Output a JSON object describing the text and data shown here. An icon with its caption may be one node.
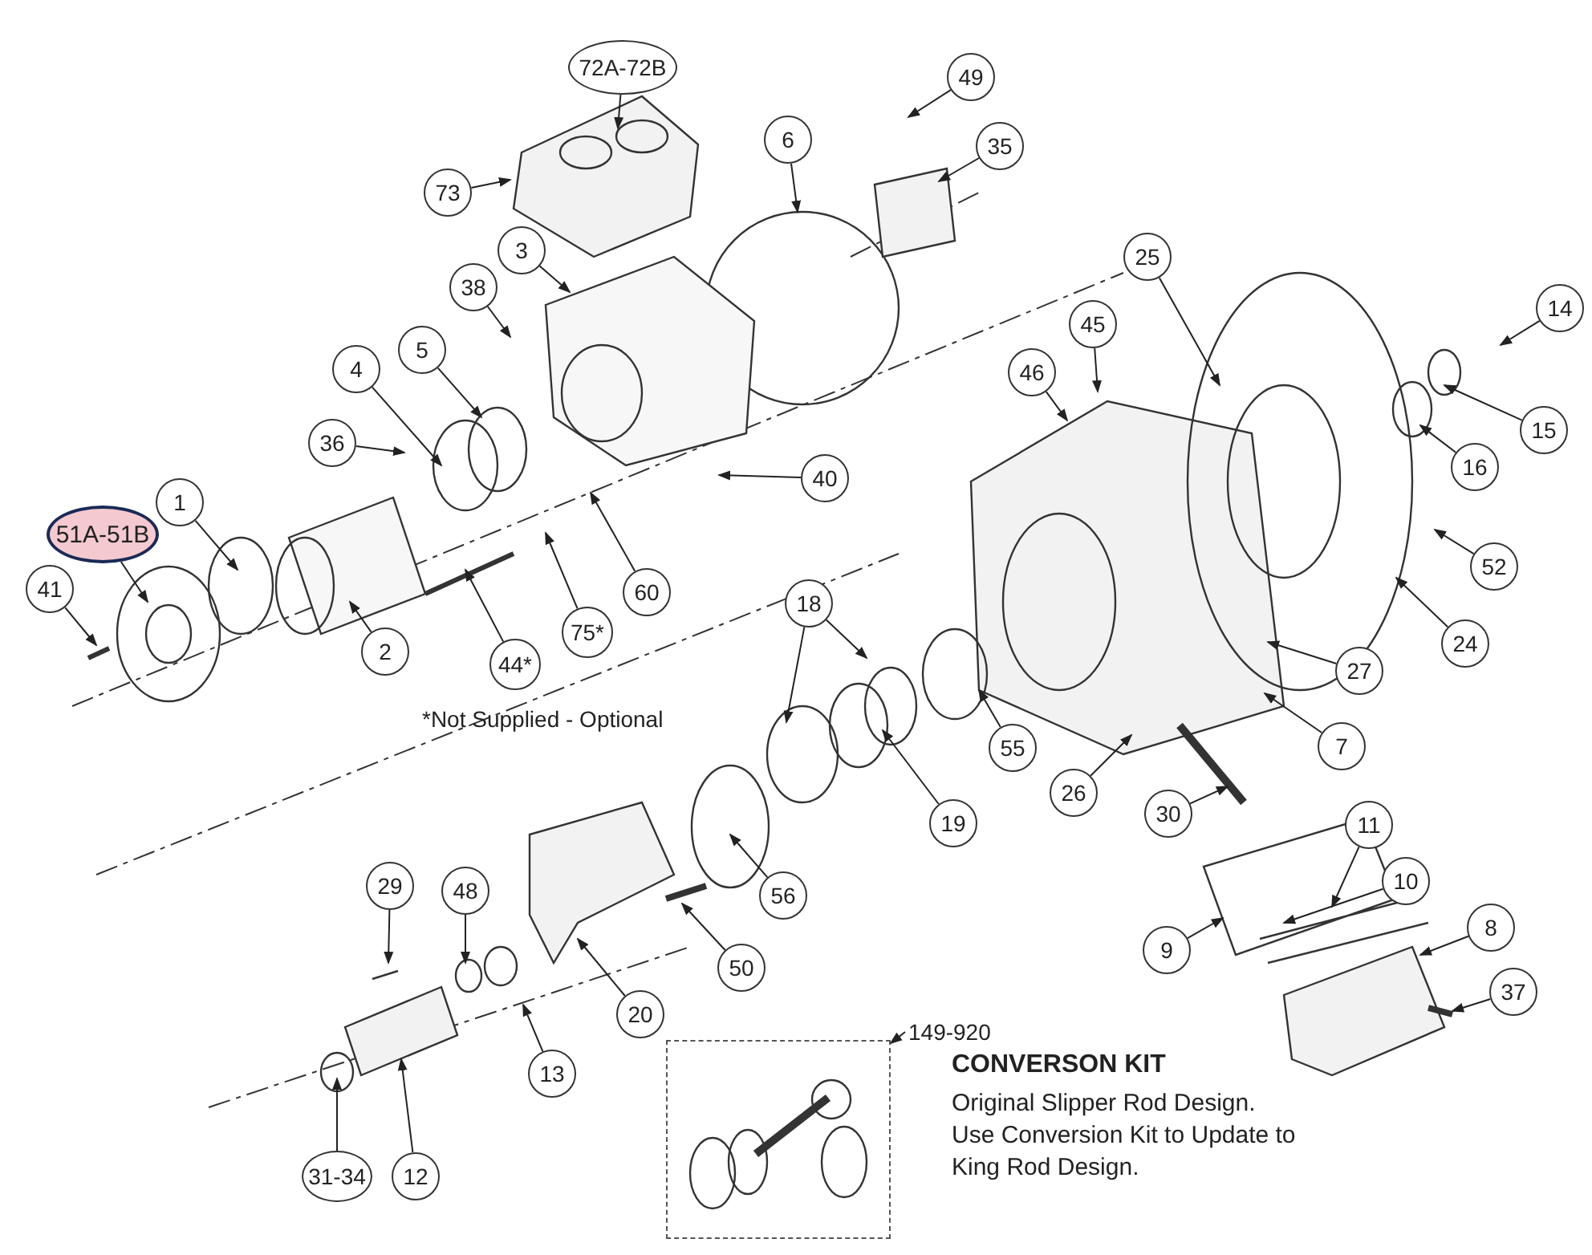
{
  "diagram": {
    "nodes": [
      {
        "text": [
          "72A-72B"
        ]
      },
      {
        "text": [
          "73"
        ]
      },
      {
        "text": [
          "6"
        ]
      },
      {
        "text": [
          "49"
        ]
      },
      {
        "text": [
          "35"
        ]
      },
      {
        "text": [
          "3"
        ]
      },
      {
        "text": [
          "38"
        ]
      },
      {
        "text": [
          "25"
        ]
      },
      {
        "text": [
          "14"
        ]
      },
      {
        "text": [
          "45"
        ]
      },
      {
        "text": [
          "46"
        ]
      },
      {
        "text": [
          "4"
        ]
      },
      {
        "text": [
          "5"
        ]
      },
      {
        "text": [
          "36"
        ]
      },
      {
        "text": [
          "15"
        ]
      },
      {
        "text": [
          "16"
        ]
      },
      {
        "text": [
          "40"
        ]
      },
      {
        "text": [
          "1"
        ]
      },
      {
        "text": [
          "51A-51B"
        ]
      },
      {
        "text": [
          "41"
        ]
      },
      {
        "text": [
          "60"
        ]
      },
      {
        "text": [
          "75*"
        ]
      },
      {
        "text": [
          "2"
        ]
      },
      {
        "text": [
          "44*"
        ]
      },
      {
        "text": [
          "52"
        ]
      },
      {
        "text": [
          "18"
        ]
      },
      {
        "text": [
          "24"
        ]
      },
      {
        "text": [
          "27"
        ]
      },
      {
        "text": [
          "7"
        ]
      },
      {
        "text": [
          "55"
        ]
      },
      {
        "text": [
          "19"
        ]
      },
      {
        "text": [
          "26"
        ]
      },
      {
        "text": [
          "30"
        ]
      },
      {
        "text": [
          "11"
        ]
      },
      {
        "text": [
          "10"
        ]
      },
      {
        "text": [
          "56"
        ]
      },
      {
        "text": [
          "29"
        ]
      },
      {
        "text": [
          "48"
        ]
      },
      {
        "text": [
          "9"
        ]
      },
      {
        "text": [
          "8"
        ]
      },
      {
        "text": [
          "50"
        ]
      },
      {
        "text": [
          "20"
        ]
      },
      {
        "text": [
          "37"
        ]
      },
      {
        "text": [
          "13"
        ]
      },
      {
        "text": [
          "31-34"
        ]
      },
      {
        "text": [
          "12"
        ]
      },
      {
        "text": [
          "149-920"
        ]
      },
      {
        "text": [],
        "shape": "box"
      }
    ],
    "edges": [
      {
        "from": 0,
        "to": null,
        "arrow": "to"
      },
      {
        "from": 1,
        "to": null,
        "arrow": "to"
      },
      {
        "from": 2,
        "to": null,
        "arrow": "to"
      },
      {
        "from": 3,
        "to": null,
        "arrow": "to"
      },
      {
        "from": 4,
        "to": null,
        "arrow": "to"
      },
      {
        "from": 5,
        "to": null,
        "arrow": "to"
      },
      {
        "from": 6,
        "to": null,
        "arrow": "to"
      },
      {
        "from": 7,
        "to": null,
        "arrow": "to"
      },
      {
        "from": 8,
        "to": null,
        "arrow": "to"
      },
      {
        "from": 9,
        "to": null,
        "arrow": "to"
      },
      {
        "from": 10,
        "to": null,
        "arrow": "to"
      },
      {
        "from": 11,
        "to": null,
        "arrow": "to"
      },
      {
        "from": 12,
        "to": null,
        "arrow": "to"
      },
      {
        "from": 13,
        "to": null,
        "arrow": "to"
      },
      {
        "from": 14,
        "to": null,
        "arrow": "to"
      },
      {
        "from": 15,
        "to": null,
        "arrow": "to"
      },
      {
        "from": 16,
        "to": null,
        "arrow": "to"
      },
      {
        "from": 17,
        "to": null,
        "arrow": "to"
      },
      {
        "from": 18,
        "to": null,
        "arrow": "to"
      },
      {
        "from": 19,
        "to": null,
        "arrow": "to"
      },
      {
        "from": 20,
        "to": null,
        "arrow": "to"
      },
      {
        "from": 21,
        "to": null,
        "arrow": "to"
      },
      {
        "from": 22,
        "to": null,
        "arrow": "to"
      },
      {
        "from": 23,
        "to": null,
        "arrow": "to"
      },
      {
        "from": 24,
        "to": null,
        "arrow": "to"
      },
      {
        "from": 25,
        "to": null,
        "arrow": "to"
      },
      {
        "from": 25,
        "to": null,
        "arrow": "to"
      },
      {
        "from": 26,
        "to": null,
        "arrow": "to"
      },
      {
        "from": 27,
        "to": null,
        "arrow": "to"
      },
      {
        "from": 28,
        "to": null,
        "arrow": "to"
      },
      {
        "from": 29,
        "to": null,
        "arrow": "to"
      },
      {
        "from": 30,
        "to": null,
        "arrow": "to"
      },
      {
        "from": 31,
        "to": null,
        "arrow": "to"
      },
      {
        "from": 32,
        "to": null,
        "arrow": "to"
      },
      {
        "from": 33,
        "to": null,
        "arrow": "to"
      },
      {
        "from": 34,
        "to": null,
        "arrow": "to"
      },
      {
        "from": 35,
        "to": null,
        "arrow": "to"
      },
      {
        "from": 36,
        "to": null,
        "arrow": "to"
      },
      {
        "from": 37,
        "to": null,
        "arrow": "to"
      },
      {
        "from": 38,
        "to": null,
        "arrow": "to"
      },
      {
        "from": 39,
        "to": null,
        "arrow": "to"
      },
      {
        "from": 40,
        "to": null,
        "arrow": "to"
      },
      {
        "from": 41,
        "to": null,
        "arrow": "to"
      },
      {
        "from": 42,
        "to": null,
        "arrow": "to"
      },
      {
        "from": 43,
        "to": null,
        "arrow": "to"
      },
      {
        "from": 44,
        "to": null,
        "arrow": "to"
      },
      {
        "from": 45,
        "to": null,
        "arrow": "to"
      },
      {
        "from": 46,
        "to": 47,
        "arrow": "to"
      }
    ],
    "labels": [
      "*Not Supplied - Optional",
      "CONVERSON KIT",
      "Original Slipper Rod Design. Use Conversion Kit to Update to King Rod Design."
    ]
  }
}
